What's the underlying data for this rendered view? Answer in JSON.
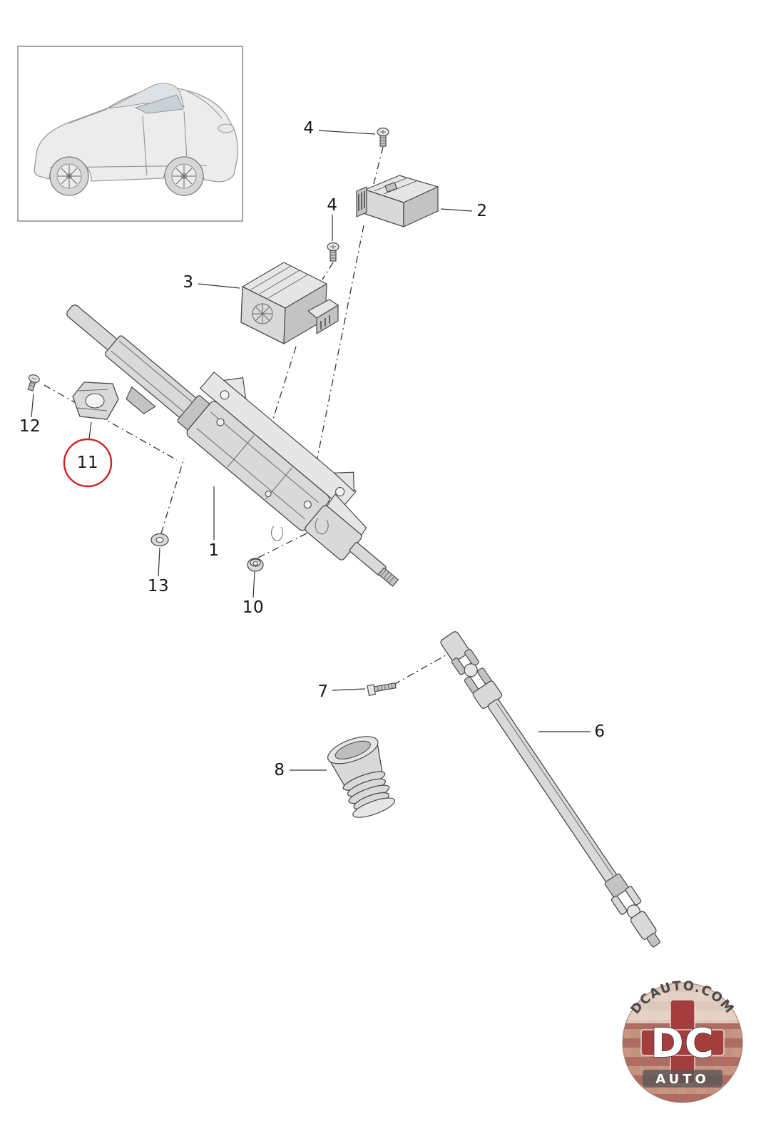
{
  "diagram": {
    "type": "exploded-parts-diagram",
    "labels": {
      "l1": "1",
      "l2": "2",
      "l3": "3",
      "l4a": "4",
      "l4b": "4",
      "l6": "6",
      "l7": "7",
      "l8": "8",
      "l10": "10",
      "l11": "11",
      "l12": "12",
      "l13": "13"
    },
    "highlighted_label": "11",
    "colors": {
      "highlight": "#cc2222",
      "line": "#333333",
      "part_fill": "#d9d9d9",
      "part_stroke": "#4a4a4a",
      "background": "#ffffff"
    }
  },
  "watermark": {
    "site": "DCAUTO.COM",
    "brand": "DC",
    "sub": "AUTO"
  }
}
